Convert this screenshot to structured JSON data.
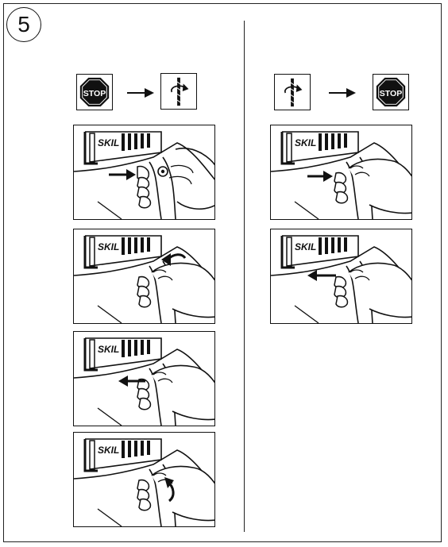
{
  "page": {
    "step_number": "5"
  },
  "symbols": {
    "stop_label": "STOP"
  },
  "tool": {
    "brand": "SKIL"
  },
  "colors": {
    "ink": "#111111",
    "paper": "#ffffff"
  },
  "icons": {
    "stop": "stop-sign-icon",
    "rotation": "drill-bit-rotation-icon",
    "arrow": "arrow-right-icon"
  }
}
